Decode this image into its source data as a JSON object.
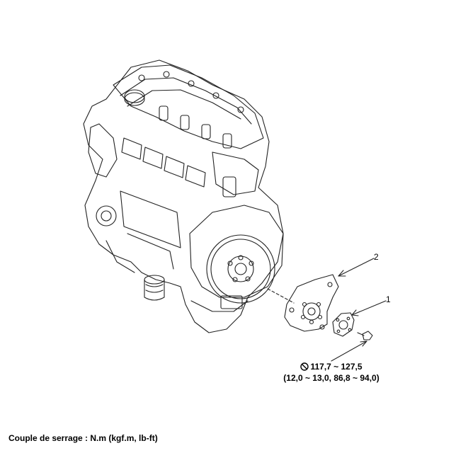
{
  "callouts": [
    {
      "number": "2"
    },
    {
      "number": "1"
    }
  ],
  "torque": {
    "icon": "tightening-torque-icon",
    "value_nm": "117,7 ~ 127,5",
    "value_alt": "(12,0 ~ 13,0, 86,8 ~ 94,0)"
  },
  "footer": {
    "caption": "Couple de serrage : N.m (kgf.m, lb-ft)"
  }
}
